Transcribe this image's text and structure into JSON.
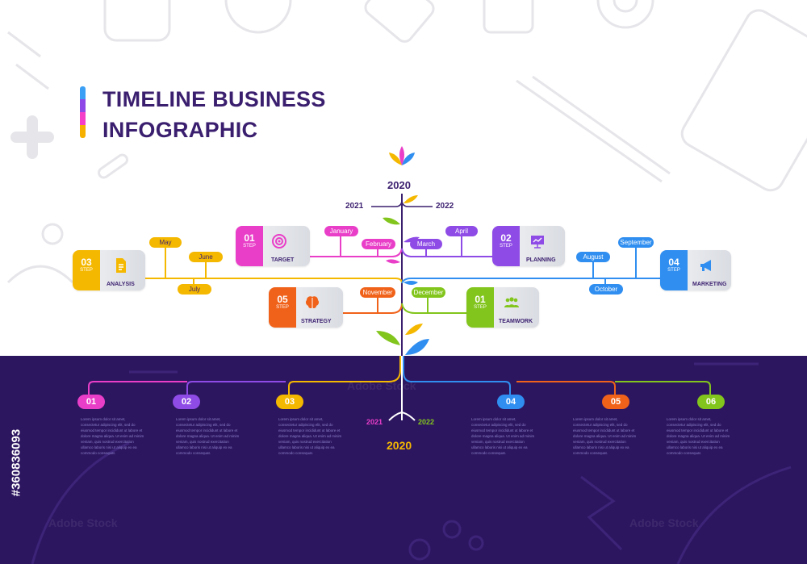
{
  "title": {
    "line1": "TIMELINE BUSINESS",
    "line2": "INFOGRAPHIC"
  },
  "years": {
    "top": "2020",
    "left": "2021",
    "right": "2022",
    "bottom_left": "2021",
    "bottom_right": "2022",
    "bottom": "2020"
  },
  "months": {
    "may": "May",
    "june": "June",
    "july": "July",
    "january": "January",
    "february": "February",
    "march": "March",
    "april": "April",
    "august": "August",
    "september": "September",
    "october": "October",
    "november": "November",
    "december": "December"
  },
  "cards": [
    {
      "num": "03",
      "step": "STEP",
      "label": "ANALYSIS",
      "color": "#f5b800",
      "icon": "document-icon"
    },
    {
      "num": "01",
      "step": "STEP",
      "label": "TARGET",
      "color": "#e93ec8",
      "icon": "target-icon"
    },
    {
      "num": "02",
      "step": "STEP",
      "label": "PLANNING",
      "color": "#8f4be6",
      "icon": "presentation-icon"
    },
    {
      "num": "04",
      "step": "STEP",
      "label": "MARKETING",
      "color": "#2f8ef0",
      "icon": "megaphone-icon"
    },
    {
      "num": "05",
      "step": "STEP",
      "label": "STRATEGY",
      "color": "#f0621a",
      "icon": "brain-icon"
    },
    {
      "num": "01",
      "step": "STEP",
      "label": "TEAMWORK",
      "color": "#82c51c",
      "icon": "team-icon"
    }
  ],
  "bottom_steps": [
    {
      "num": "01",
      "color": "#e93ec8"
    },
    {
      "num": "02",
      "color": "#8f4be6"
    },
    {
      "num": "03",
      "color": "#f5b800"
    },
    {
      "num": "04",
      "color": "#2f8ef0"
    },
    {
      "num": "05",
      "color": "#f0621a"
    },
    {
      "num": "06",
      "color": "#82c51c"
    }
  ],
  "paragraph": "Lorem ipsum dolor sit amet, consectetur adipiscing elit, sed do eiusmod tempor incididunt ut labore et dolore magna aliqua. Ut enim ad minim veniam, quis nostrud exercitation ullamco laboris nisi ut aliquip ex ea commodo consequat.",
  "stock_id": "#360836093",
  "watermark": "Adobe Stock",
  "colors": {
    "dark": "#2d1660",
    "title": "#3b1f6f"
  }
}
